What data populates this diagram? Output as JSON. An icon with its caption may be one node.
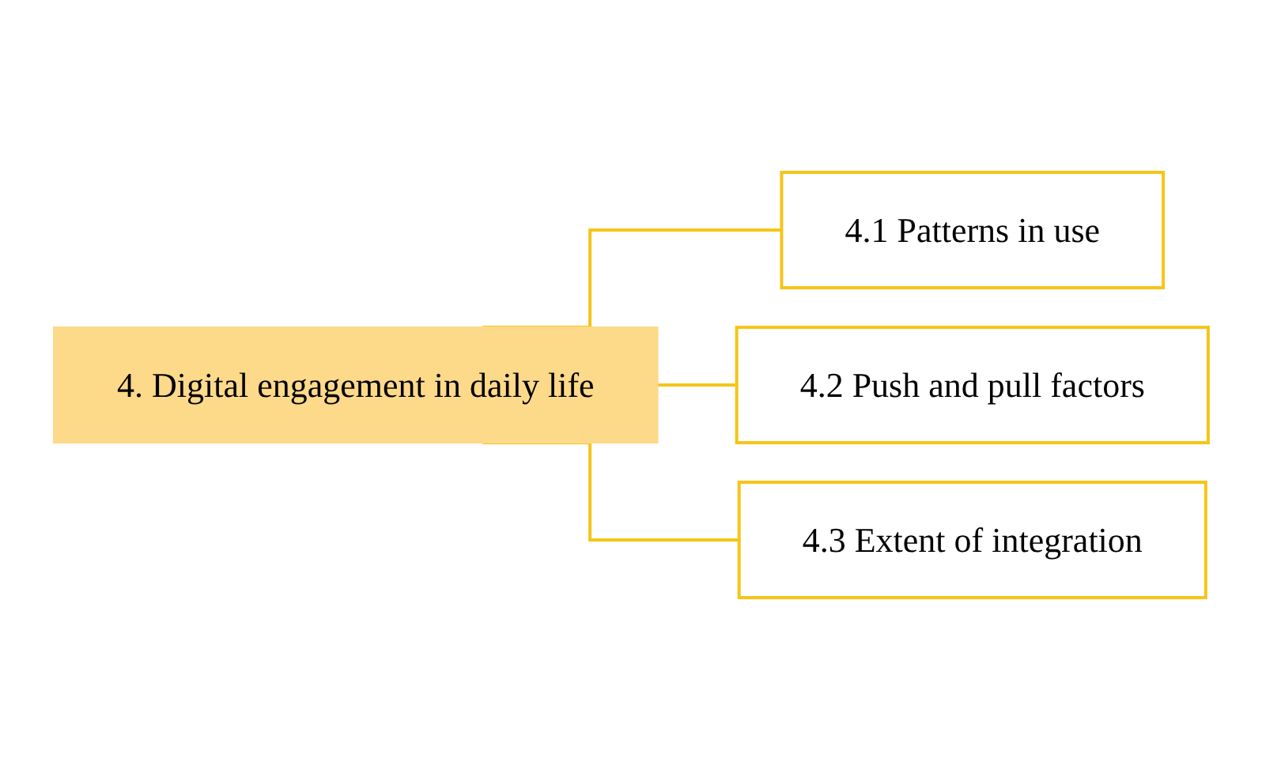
{
  "diagram": {
    "nodes": [
      {
        "text": [
          "4. Digital engagement in daily life"
        ]
      },
      {
        "text": [
          "4.1 Patterns in use"
        ]
      },
      {
        "text": [
          "4.2 Push and pull factors"
        ]
      },
      {
        "text": [
          "4.3 Extent of integration"
        ]
      }
    ],
    "edges": [
      {
        "from": 0,
        "to": 1,
        "arrow": "none"
      },
      {
        "from": 0,
        "to": 2,
        "arrow": "none"
      },
      {
        "from": 0,
        "to": 3,
        "arrow": "none"
      }
    ]
  }
}
